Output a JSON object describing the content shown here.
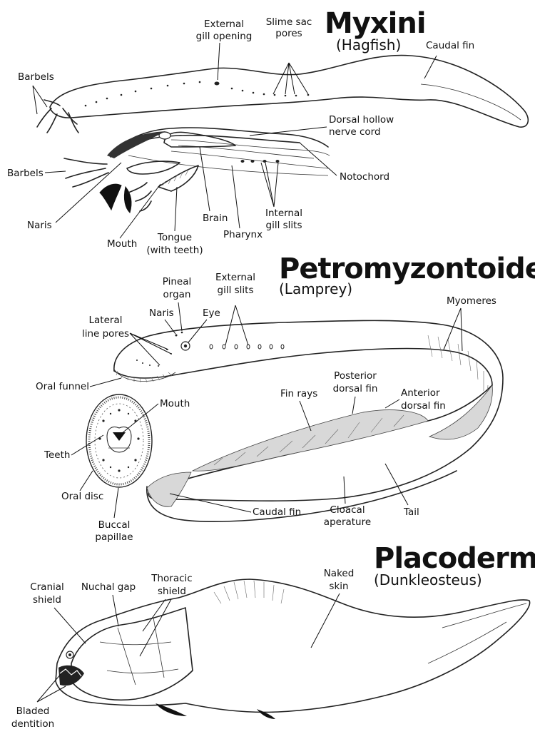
{
  "sections": [
    {
      "title": "Myxini",
      "subtitle": "(Hagfish)",
      "labels": {
        "external_gill_opening": [
          "External",
          "gill opening"
        ],
        "slime_sac_pores": [
          "Slime sac",
          "pores"
        ],
        "caudal_fin": "Caudal fin",
        "barbels_top": "Barbels",
        "dorsal_hollow_nerve_cord": [
          "Dorsal hollow",
          "nerve cord"
        ],
        "barbels_mid": "Barbels",
        "notochord": "Notochord",
        "naris": "Naris",
        "brain": "Brain",
        "internal_gill_slits": [
          "Internal",
          "gill slits"
        ],
        "mouth": "Mouth",
        "pharynx": "Pharynx",
        "tongue": [
          "Tongue",
          "(with teeth)"
        ]
      }
    },
    {
      "title": "Petromyzontoidea",
      "subtitle": "(Lamprey)",
      "labels": {
        "pineal_organ": [
          "Pineal",
          "organ"
        ],
        "external_gill_slits": [
          "External",
          "gill slits"
        ],
        "naris": "Naris",
        "eye": "Eye",
        "myomeres": "Myomeres",
        "lateral_line_pores": [
          "Lateral",
          "line pores"
        ],
        "oral_funnel": "Oral funnel",
        "posterior_dorsal_fin": [
          "Posterior",
          "dorsal fin"
        ],
        "fin_rays": "Fin rays",
        "anterior_dorsal_fin": [
          "Anterior",
          "dorsal fin"
        ],
        "mouth": "Mouth",
        "teeth": "Teeth",
        "oral_disc": "Oral disc",
        "caudal_fin": "Caudal fin",
        "cloacal_aperature": [
          "Cloacal",
          "aperature"
        ],
        "tail": "Tail",
        "buccal_papillae": [
          "Buccal",
          "papillae"
        ]
      }
    },
    {
      "title": "Placodermi",
      "subtitle": "(Dunkleosteus)",
      "labels": {
        "cranial_shield": [
          "Cranial",
          "shield"
        ],
        "nuchal_gap": "Nuchal gap",
        "thoracic_shield": [
          "Thoracic",
          "shield"
        ],
        "naked_skin": [
          "Naked",
          "skin"
        ],
        "bladed_dentition": [
          "Bladed",
          "dentition"
        ]
      }
    }
  ]
}
